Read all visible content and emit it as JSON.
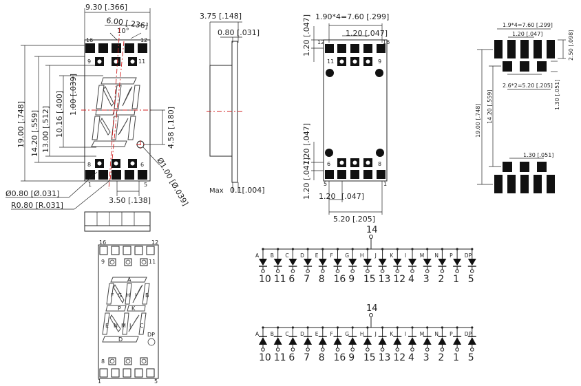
{
  "front_view": {
    "dims": {
      "width": "9.30 [.366]",
      "pin_span": "6.00 [.236]",
      "slant": "10°",
      "height_total": "19.00 [.748]",
      "height_body": "14.20 [.559]",
      "height_digit": "13.00 [.512]",
      "height_inner": "10.16 [.400]",
      "pitch_v": "1.00 [.039]",
      "half_digit": "4.58 [.180]",
      "dp_dia": "Ø1.00 [Ø.039]",
      "pin_dia": "Ø0.80 [Ø.031]",
      "radius": "R0.80 [R.031]",
      "pitch_h": "3.50 [.138]"
    },
    "pins": {
      "p16": "16",
      "p12": "12",
      "p9": "9",
      "p11": "11",
      "p8": "8",
      "p6": "6",
      "p1": "1",
      "p5": "5"
    }
  },
  "side_view": {
    "dims": {
      "thickness": "3.75 [.148]",
      "wall": "0.80 [.031]",
      "max_label": "Max",
      "max_val": "0.1[.004]"
    }
  },
  "back_view": {
    "dims": {
      "pitch_total": "1.90*4=7.60 [.299]",
      "pitch": "1.20 [.047]",
      "left_top": "1.20 [.047]",
      "left_bottom": "1.20 [.047]",
      "bottom_pitch": "1.20",
      "bottom_pitch_in": "[.047]",
      "bottom_total": "5.20 [.205]"
    },
    "pins": {
      "p12": "12",
      "p16": "16",
      "p11": "11",
      "p9": "9",
      "p6": "6",
      "p8": "8",
      "p5": "5",
      "p1": "1"
    }
  },
  "footprint": {
    "dims": {
      "top_total": "1.9*4=7.60 [.299]",
      "top_pitch": "1.20 [.047]",
      "pad_h": "2.50 [.098]",
      "mid_pitch": "2.6*2=5.20 [.205]",
      "mid_h": "1.30 [.051]",
      "h_total": "19.00 [.748]",
      "h_body": "14.20 [.559]",
      "bot_pitch": "1.30 [.051]"
    }
  },
  "segment_view": {
    "pins": {
      "p16": "16",
      "p12": "12",
      "p9": "9",
      "p11": "11",
      "p8": "8",
      "p1": "1",
      "p5": "5"
    },
    "segments": {
      "A": "A",
      "F": "F",
      "G": "G",
      "H": "H",
      "J": "J",
      "B": "B",
      "P": "P",
      "K": "K",
      "E": "E",
      "N": "N",
      "M": "M",
      "I": "I",
      "C": "C",
      "D": "D",
      "DP": "DP"
    }
  },
  "schematic_top": {
    "common_pin": "14",
    "segments": [
      "A",
      "B",
      "C",
      "D",
      "E",
      "F",
      "G",
      "H",
      "J",
      "K",
      "I",
      "M",
      "N",
      "P",
      "DP"
    ],
    "pins": [
      "10",
      "11",
      "6",
      "7",
      "8",
      "16",
      "9",
      "15",
      "13",
      "12",
      "4",
      "3",
      "2",
      "1",
      "5"
    ]
  },
  "schematic_bottom": {
    "common_pin": "14",
    "segments": [
      "A",
      "B",
      "C",
      "D",
      "E",
      "F",
      "G",
      "H",
      "J",
      "K",
      "I",
      "M",
      "N",
      "P",
      "DP"
    ],
    "pins": [
      "10",
      "11",
      "6",
      "7",
      "8",
      "16",
      "9",
      "15",
      "13",
      "12",
      "4",
      "3",
      "2",
      "1",
      "5"
    ]
  }
}
